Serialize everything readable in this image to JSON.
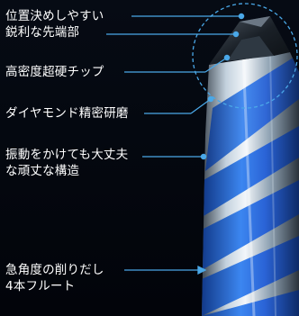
{
  "callouts": [
    {
      "id": "tip",
      "lines": [
        "位置決めしやすい",
        "鋭利な先端部"
      ]
    },
    {
      "id": "chip",
      "lines": [
        "高密度超硬チップ"
      ]
    },
    {
      "id": "coating",
      "lines": [
        "ダイヤモンド精密研磨"
      ]
    },
    {
      "id": "body",
      "lines": [
        "振動をかけても大丈夫",
        "な頑丈な構造"
      ]
    },
    {
      "id": "flute",
      "lines": [
        "急角度の削りだし",
        "4本フルート"
      ]
    }
  ],
  "colors": {
    "leader_line": "#4aa8e8",
    "flute_blue": "#2f6fe0",
    "shank_steel": "#a9b9c8",
    "carbide_tip": "#222a33"
  }
}
